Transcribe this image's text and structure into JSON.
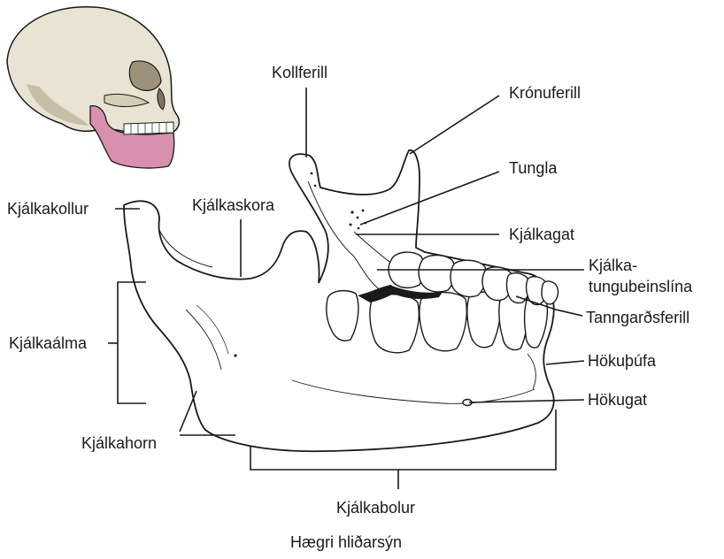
{
  "labels": {
    "kollferill": "Kollferill",
    "kronuferill": "Krónuferill",
    "tungla": "Tungla",
    "kjalkagat": "Kjálkagat",
    "kjalkatungubeinslina_1": "Kjálka-",
    "kjalkatungubeinslina_2": "tungubeinslína",
    "tanngardsferill": "Tanngarðsferill",
    "hokuthufa": "Hökuþúfa",
    "hokugat": "Hökugat",
    "kjalkakollur": "Kjálkakollur",
    "kjalkaskora": "Kjálkaskora",
    "kjalkaalma": "Kjálkaálma",
    "kjalkahorn": "Kjálkahorn",
    "kjalkabolur": "Kjálkabolur"
  },
  "caption": "Hægri hliðarsýn",
  "colors": {
    "line": "#1a1a1a",
    "bone_fill": "#ffffff",
    "skull_fill": "#e9e3d3",
    "skull_shade": "#b7ad98",
    "mandible_highlight": "#d98fae"
  }
}
